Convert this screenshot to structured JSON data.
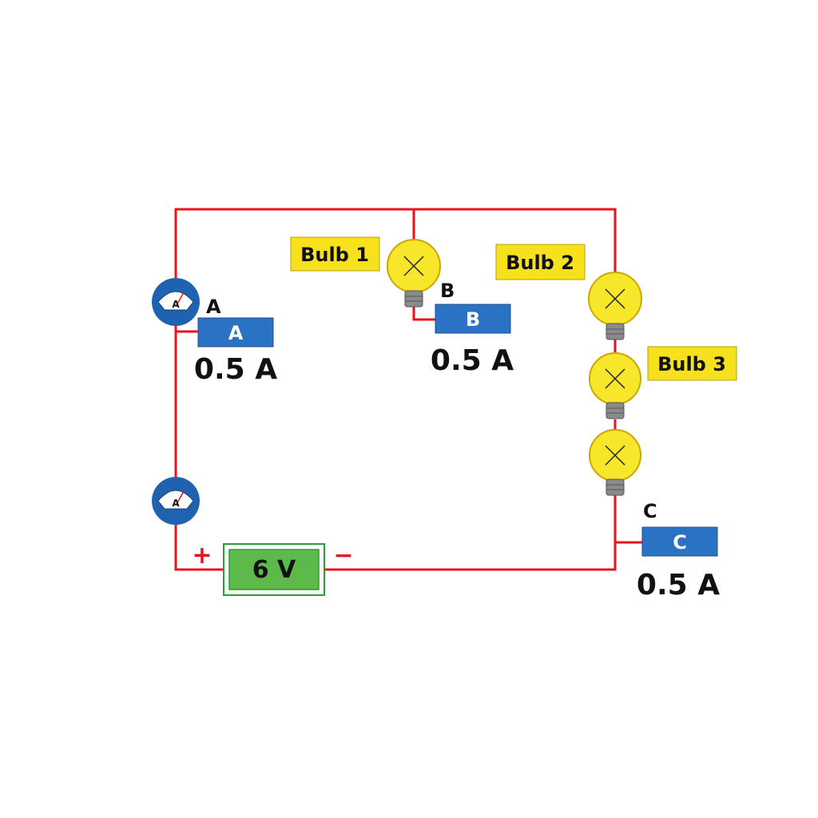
{
  "colors": {
    "wire": "#e8141c",
    "meter_blue": "#1f63b0",
    "meter_box": "#2a73c4",
    "label_yellow": "#f7e11d",
    "bulb_yellow": "#f7e62a",
    "battery_green": "#5cb94a",
    "battery_border": "#2a9b3a",
    "text": "#111111"
  },
  "ammeters": {
    "top": {
      "glyph": "A",
      "letter": "A",
      "box_label": "A",
      "reading": "0.5 A"
    },
    "bottom": {
      "glyph": "A"
    }
  },
  "meter_b": {
    "letter": "B",
    "box_label": "B",
    "reading": "0.5 A"
  },
  "meter_c": {
    "letter": "C",
    "box_label": "C",
    "reading": "0.5 A"
  },
  "bulbs": {
    "bulb1": {
      "label": "Bulb 1"
    },
    "bulb2": {
      "label": "Bulb 2"
    },
    "bulb3": {
      "label": "Bulb 3"
    }
  },
  "battery": {
    "label": "6 V",
    "plus": "+",
    "minus": "−"
  }
}
